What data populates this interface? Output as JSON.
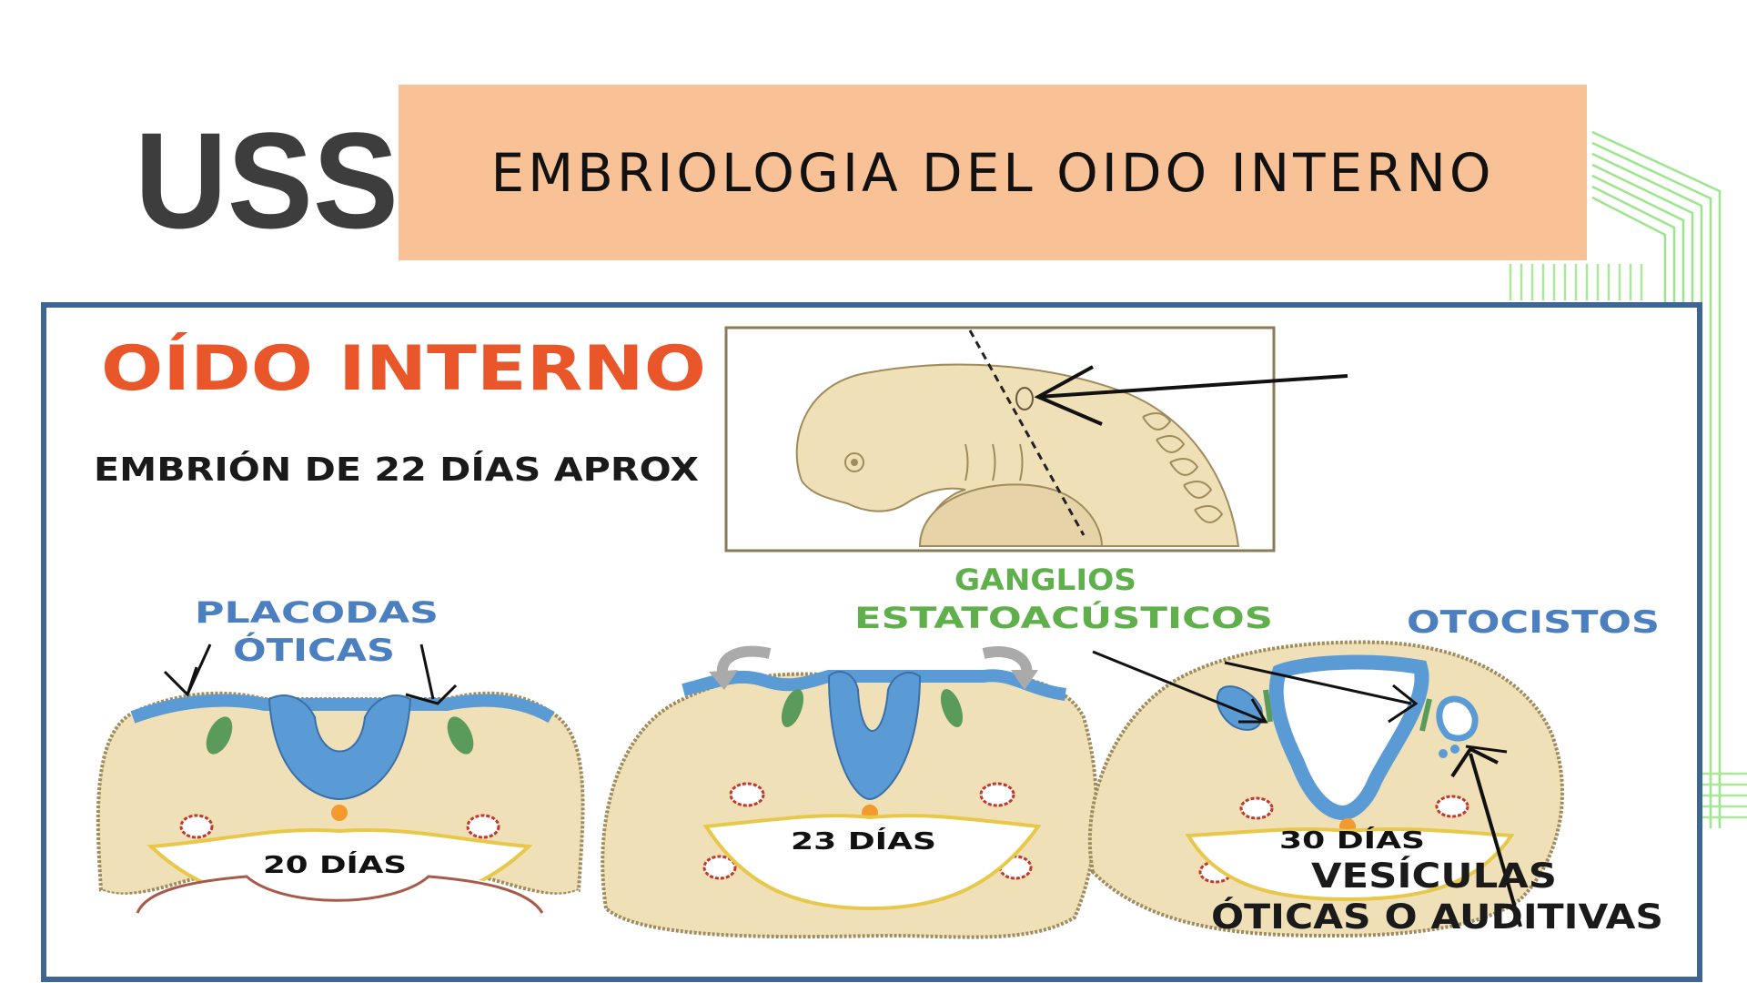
{
  "slide": {
    "title": "EMBRIOLOGIA DEL OIDO INTERNO",
    "logo_text": "USS"
  },
  "diagram": {
    "heading": "OÍDO INTERNO",
    "subheading": "EMBRIÓN DE 22 DÍAS APROX",
    "labels": {
      "placodas_line1": "PLACODAS",
      "placodas_line2": "ÓTICAS",
      "ganglios_line1": "GANGLIOS",
      "ganglios_line2": "ESTATOACÚSTICOS",
      "otocistos": "OTOCISTOS",
      "vesiculas_line1": "VESÍCULAS",
      "vesiculas_line2": "ÓTICAS O AUDITIVAS"
    },
    "stages": [
      "20 DÍAS",
      "23 DÍAS",
      "30 DÍAS"
    ]
  },
  "colors": {
    "banner": "#f8c196",
    "frame_border": "#3f6592",
    "heading": "#e8562a",
    "blue_label": "#4b7fc0",
    "green_label": "#5fb04a",
    "tissue": "#efe0b8",
    "neural_blue": "#5b9bd5",
    "deco_green": "#8fe07a"
  }
}
